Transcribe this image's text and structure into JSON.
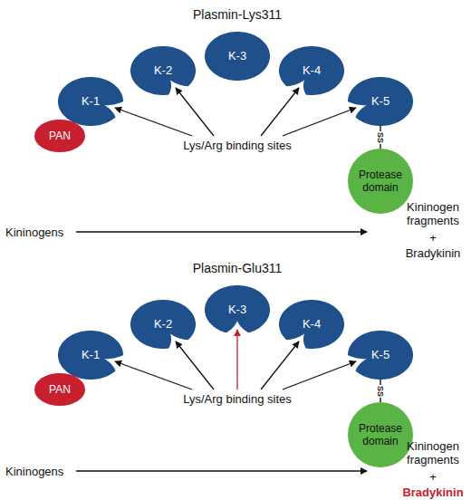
{
  "diagram": {
    "nodes": [
      {
        "text": [
          "K-1"
        ]
      },
      {
        "text": [
          "K-2"
        ]
      },
      {
        "text": [
          "K-3"
        ]
      },
      {
        "text": [
          "K-4"
        ]
      },
      {
        "text": [
          "K-5"
        ]
      },
      {
        "text": [
          "PAN"
        ]
      },
      {
        "text": [
          "Protease domain"
        ]
      },
      {
        "text": [
          "K-1"
        ]
      },
      {
        "text": [
          "K-2"
        ]
      },
      {
        "text": [
          "K-3"
        ]
      },
      {
        "text": [
          "K-4"
        ]
      },
      {
        "text": [
          "K-5"
        ]
      },
      {
        "text": [
          "PAN"
        ]
      },
      {
        "text": [
          "Protease domain"
        ]
      }
    ],
    "edges": [
      {
        "from": 4,
        "to": 6,
        "label": "SS",
        "arrow": "none"
      },
      {
        "from": 11,
        "to": 13,
        "label": "SS",
        "arrow": "none"
      }
    ],
    "labels": [
      "Plasmin-Lys311",
      "Lys/Arg binding sites",
      "Kininogens",
      "Kininogen fragments",
      "+",
      "Bradykinin",
      "Plasmin-Glu311",
      "Lys/Arg binding sites",
      "Kininogens",
      "Kininogen fragments",
      "+",
      "Bradykinin"
    ]
  }
}
